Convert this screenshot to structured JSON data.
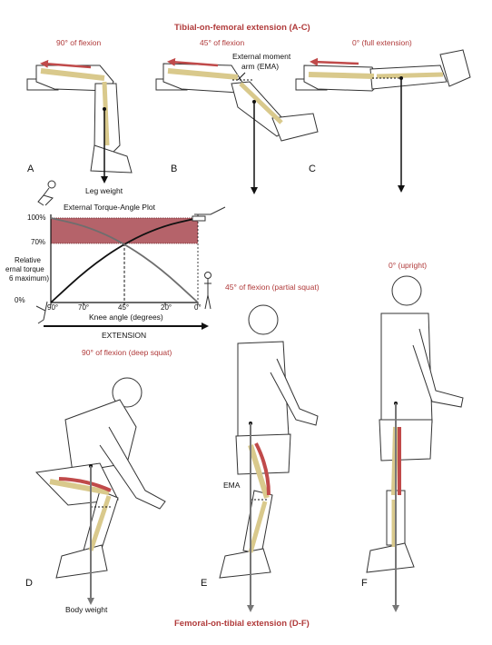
{
  "titles": {
    "top": "Tibial-on-femoral extension (A-C)",
    "bottom": "Femoral-on-tibial extension (D-F)"
  },
  "top_panels": [
    {
      "letter": "A",
      "angle": "90° of flexion"
    },
    {
      "letter": "B",
      "angle": "45° of flexion"
    },
    {
      "letter": "C",
      "angle": "0° (full extension)"
    }
  ],
  "bottom_panels": [
    {
      "letter": "D",
      "angle": "90° of flexion (deep squat)"
    },
    {
      "letter": "E",
      "angle": "45° of flexion (partial squat)"
    },
    {
      "letter": "F",
      "angle": "0° (upright)"
    }
  ],
  "labels": {
    "leg_weight": "Leg weight",
    "body_weight": "Body weight",
    "ema_line1": "External moment",
    "ema_line2": "arm (EMA)",
    "ema_short": "EMA"
  },
  "colors": {
    "accent_red": "#b03a3a",
    "band": "#b5636a",
    "bone": "#e8dca8",
    "muscle": "#c04a4a"
  },
  "chart_data": {
    "type": "line",
    "title": "External Torque-Angle Plot",
    "xlabel": "Knee angle (degrees)",
    "ylabel_lines": [
      "Relative",
      "ernal torque",
      "6 maximum)"
    ],
    "direction_label": "EXTENSION",
    "x_ticks": [
      "90°",
      "70°",
      "45°",
      "20°",
      "0°"
    ],
    "y_ticks": [
      "100%",
      "70%",
      "0%"
    ],
    "xlim": [
      90,
      0
    ],
    "ylim": [
      0,
      100
    ],
    "band": [
      70,
      100
    ],
    "series": [
      {
        "x": [
          90,
          67.5,
          45,
          22.5,
          0
        ],
        "y": [
          0,
          40,
          70,
          90,
          100
        ]
      },
      {
        "x": [
          90,
          67.5,
          45,
          22.5,
          0
        ],
        "y": [
          100,
          90,
          70,
          40,
          0
        ]
      }
    ]
  }
}
